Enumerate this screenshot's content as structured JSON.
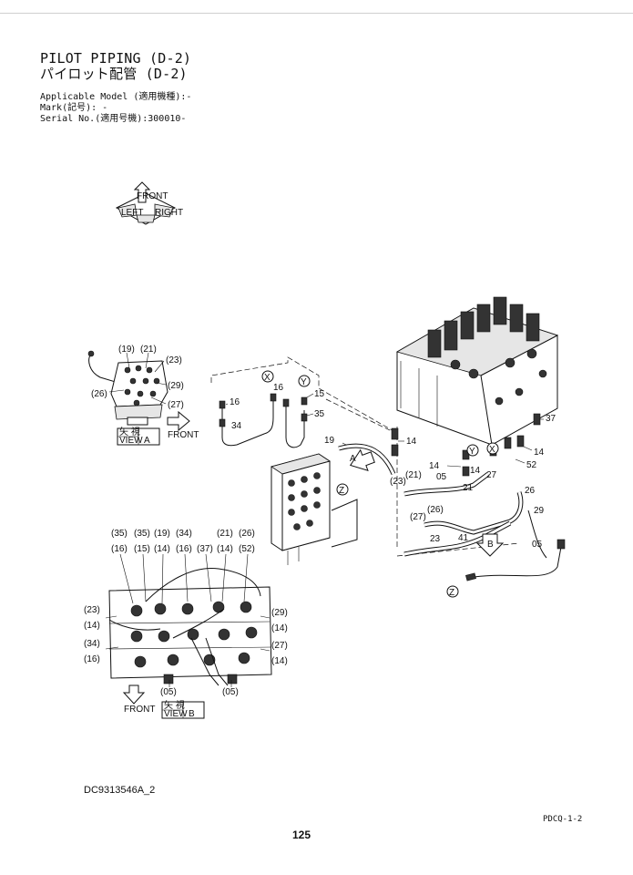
{
  "header": {
    "title_en": "PILOT PIPING (D-2)",
    "title_jp": "パイロット配管 (D-2)",
    "model_line": "Applicable Model (適用機種):-",
    "mark_line": "Mark(記号): -",
    "serial_line": "Serial No.(適用号機):300010-"
  },
  "footer": {
    "doc_id": "DC9313546A_2",
    "page_number": "125",
    "page_code": "PDCQ-1-2"
  },
  "views": {
    "view_a_kanji": "矢 視",
    "view_a_word": "VIEW",
    "view_a_letter": "A",
    "view_b_kanji": "矢 視",
    "view_b_word": "VIEW",
    "view_b_letter": "B",
    "front_a": "FRONT",
    "front_b": "FRONT"
  },
  "compass_labels": [
    "FRONT",
    "RIGHT",
    "LEFT"
  ],
  "callouts": {
    "a_19": "(19)",
    "a_21": "(21)",
    "a_23": "(23)",
    "a_26": "(26)",
    "a_29": "(29)",
    "a_27": "(27)",
    "x_mark": "X",
    "y_mark": "Y",
    "z_mark": "Z",
    "m_16": "16",
    "m_34": "34",
    "m_15": "15",
    "m_35": "35",
    "m_19": "19",
    "m_14a": "14",
    "m_14b": "14",
    "m_14c": "14",
    "m_14d": "14",
    "m_37": "37",
    "m_52": "52",
    "m_05a": "05",
    "m_05b": "05",
    "m_21": "21",
    "m_27": "27",
    "m_26": "26",
    "m_29": "29",
    "m_23p": "(23)",
    "m_21p": "(21)",
    "m_27p": "(27)",
    "m_26p": "(26)",
    "m_23": "23",
    "m_41": "41",
    "m_A": "A",
    "m_B": "B",
    "b_35a": "(35)",
    "b_35b": "(35)",
    "b_19": "(19)",
    "b_34": "(34)",
    "b_21": "(21)",
    "b_26": "(26)",
    "b_16a": "(16)",
    "b_15": "(15)",
    "b_14a": "(14)",
    "b_16b": "(16)",
    "b_37": "(37)",
    "b_14b": "(14)",
    "b_52": "(52)",
    "b_23": "(23)",
    "b_14c": "(14)",
    "b_34l": "(34)",
    "b_16l": "(16)",
    "b_29": "(29)",
    "b_14r1": "(14)",
    "b_27": "(27)",
    "b_14r2": "(14)",
    "b_05a": "(05)",
    "b_05b": "(05)"
  }
}
